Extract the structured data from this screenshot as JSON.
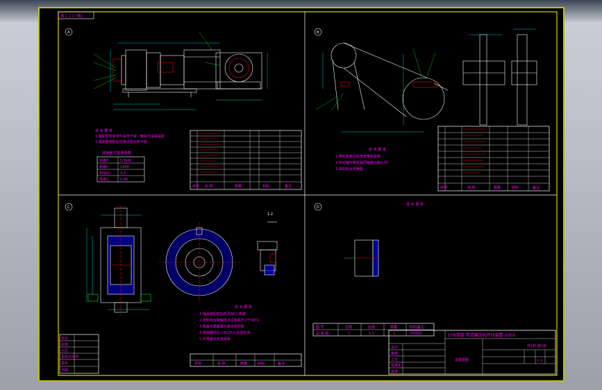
{
  "sheet": {
    "corner_tab": "图 1  1:1 / 图1",
    "grid_labels": [
      "A",
      "B",
      "C",
      "D"
    ],
    "colors": {
      "background": "#000000",
      "frame": "#ffff00",
      "lines": "#ffffff",
      "text": "#ff00ff",
      "hatch": "#0000ff",
      "dims": "#00ffff",
      "parts": "#ff0000"
    }
  },
  "title_block": {
    "main_title": "EYB单级  带式输送机传动装置-2002",
    "sub_title": "总装配图",
    "scale": "1:1",
    "sheet_no": "共1张 第1张",
    "signature_rows": [
      "设计",
      "审核",
      "工艺",
      "标准化",
      "批准"
    ]
  },
  "revision_table": {
    "rows": [
      {
        "c1": "图  号",
        "c2": "名称",
        "c3": "比例",
        "c4": "数量",
        "c5": "材料/备注"
      },
      {
        "c1": "总  装  图",
        "c2": "1",
        "c3": "1:1",
        "c4": "1",
        "c5": "HT200"
      }
    ]
  },
  "panel_a": {
    "label": "A",
    "notes": [
      "技 术 要 求",
      "1.装配前所有零件清洗干净，箱体内涂耐油漆",
      "2.减速器装配后空载试验运转平稳"
    ],
    "spec_table": {
      "title": "减速器 性能参数表",
      "rows": [
        [
          "功率P",
          "5.5kW"
        ],
        [
          "转速n",
          "1440"
        ],
        [
          "传动比i",
          "4.5"
        ],
        [
          "效率η",
          "0.96"
        ]
      ]
    },
    "parts_footer": [
      "序号",
      "名  称",
      "数量",
      "材料",
      "备注"
    ]
  },
  "panel_b": {
    "label": "B",
    "notes": [
      "技 术 要 求",
      "1.带轮安装后检查皮带张紧度",
      "2.传动轴与电机轴同轴度公差0.05",
      "3.油封处涂润滑脂"
    ],
    "parts_footer": [
      "序号",
      "名  称",
      "数量",
      "材料",
      "备注"
    ]
  },
  "panel_c": {
    "label": "C",
    "notes": [
      "技 术 要 求",
      "1.轴承装配时加热至80℃热装",
      "2.齿轮啮合接触斑点沿齿高不少于40%",
      "3.箱盖与箱座接合面涂密封胶",
      "4.减速器内注入N220工业齿轮油",
      "5.外表面涂灰色油漆"
    ],
    "parts_footer": [
      "序号",
      "名  称",
      "数量",
      "材料",
      "备注"
    ],
    "scale_note": "1:2"
  },
  "panel_d": {
    "label": "D",
    "note": "技 术 要 求"
  },
  "left_block": {
    "rows": [
      "标记",
      "处数",
      "分区",
      "更改文件号",
      "签名",
      "日期"
    ]
  }
}
